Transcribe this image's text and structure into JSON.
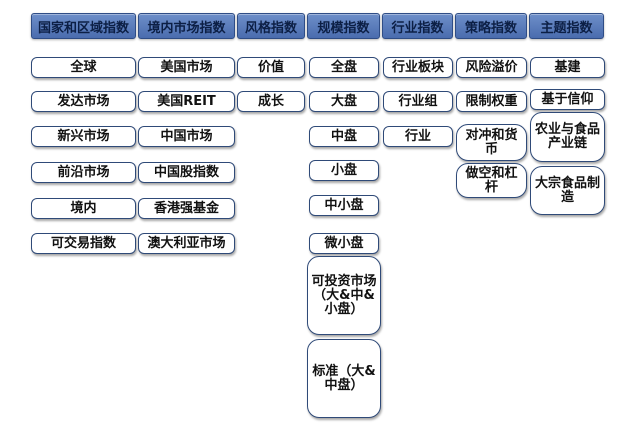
{
  "headers": [
    "国家和区域指数",
    "境内市场指数",
    "风格指数",
    "规模指数",
    "行业指数",
    "策略指数",
    "主题指数"
  ],
  "columns": {
    "region": [
      "全球",
      "发达市场",
      "新兴市场",
      "前沿市场",
      "境内",
      "可交易指数"
    ],
    "domestic": [
      "美国市场",
      "美国REIT",
      "中国市场",
      "中国股指数",
      "香港强基金",
      "澳大利亚市场"
    ],
    "style": [
      "价值",
      "成长"
    ],
    "size": [
      "全盘",
      "大盘",
      "中盘",
      "小盘",
      "中小盘",
      "微小盘",
      "可投资市场（大&中&小盘）",
      "标准（大&中盘）"
    ],
    "industry": [
      "行业板块",
      "行业组",
      "行业"
    ],
    "strategy": [
      "风险溢价",
      "限制权重",
      "对冲和货币",
      "做空和杠杆"
    ],
    "theme": [
      "基建",
      "基于信仰",
      "农业与食品产业链",
      "大宗食品制造"
    ]
  }
}
